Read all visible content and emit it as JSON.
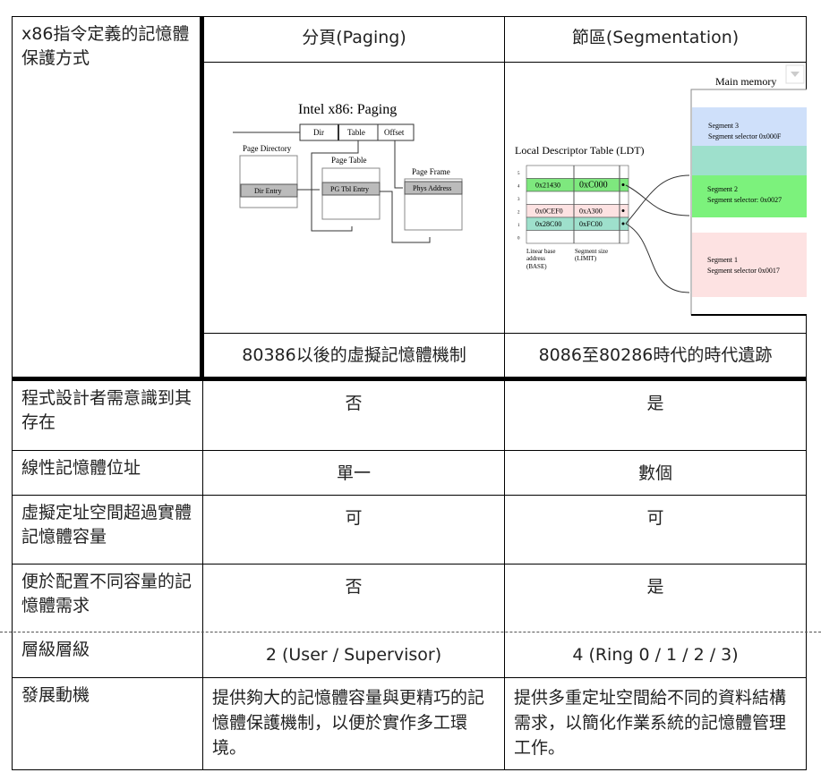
{
  "header": {
    "row_label": "x86指令定義的記憶體保護方式",
    "col_paging": "分頁(Paging)",
    "col_segmentation": "節區(Segmentation)"
  },
  "paging_diagram": {
    "title": "Intel x86: Paging",
    "fields": [
      "Dir",
      "Table",
      "Offset"
    ],
    "page_directory": "Page Directory",
    "dir_entry": "Dir Entry",
    "page_table": "Page Table",
    "pg_tbl_entry": "PG Tbl Entry",
    "page_frame": "Page Frame",
    "phys_address": "Phys Address"
  },
  "segmentation_diagram": {
    "ldt_title": "Local Descriptor Table (LDT)",
    "main_memory": "Main memory",
    "rows": [
      {
        "idx": "5",
        "base": "",
        "limit": ""
      },
      {
        "idx": "4",
        "base": "0x21430",
        "limit": "0xC000"
      },
      {
        "idx": "3",
        "base": "",
        "limit": ""
      },
      {
        "idx": "2",
        "base": "0x0CEF0",
        "limit": "0xA300"
      },
      {
        "idx": "1",
        "base": "0x28C00",
        "limit": "0xFC00"
      },
      {
        "idx": "0",
        "base": "",
        "limit": ""
      }
    ],
    "base_label": [
      "Linear base",
      "address",
      "(BASE)"
    ],
    "limit_label": [
      "Segment size",
      "(LIMIT)"
    ],
    "segments": [
      {
        "name": "Segment 3",
        "selector": "Segment selector 0x000F",
        "color": "#cfe0fa"
      },
      {
        "name": "Segment 2",
        "selector": "Segment selector: 0x0027",
        "color": "#7cf27c"
      },
      {
        "name": "Segment 1",
        "selector": "Segment selector 0x0017",
        "color": "#fde2e2"
      }
    ],
    "gap_color": "#9ee0cc"
  },
  "captions": {
    "paging": "80386以後的虛擬記憶體機制",
    "segmentation": "8086至80286時代的時代遺跡"
  },
  "rows": [
    {
      "label": "程式設計者需意識到其存在",
      "paging": "否",
      "segmentation": "是"
    },
    {
      "label": "線性記憶體位址",
      "paging": "單一",
      "segmentation": "數個"
    },
    {
      "label": "虛擬定址空間超過實體記憶體容量",
      "paging": "可",
      "segmentation": "可"
    },
    {
      "label": "便於配置不同容量的記憶體需求",
      "paging": "否",
      "segmentation": "是"
    },
    {
      "label": "層級層級",
      "paging": "2 (User / Supervisor)",
      "segmentation": "4 (Ring 0 / 1 / 2 / 3)"
    },
    {
      "label": "發展動機",
      "paging": "提供夠大的記憶體容量與更精巧的記憶體保護機制，以便於實作多工環境。",
      "segmentation": "提供多重定址空間給不同的資料結構需求，以簡化作業系統的記憶體管理工作。"
    }
  ]
}
